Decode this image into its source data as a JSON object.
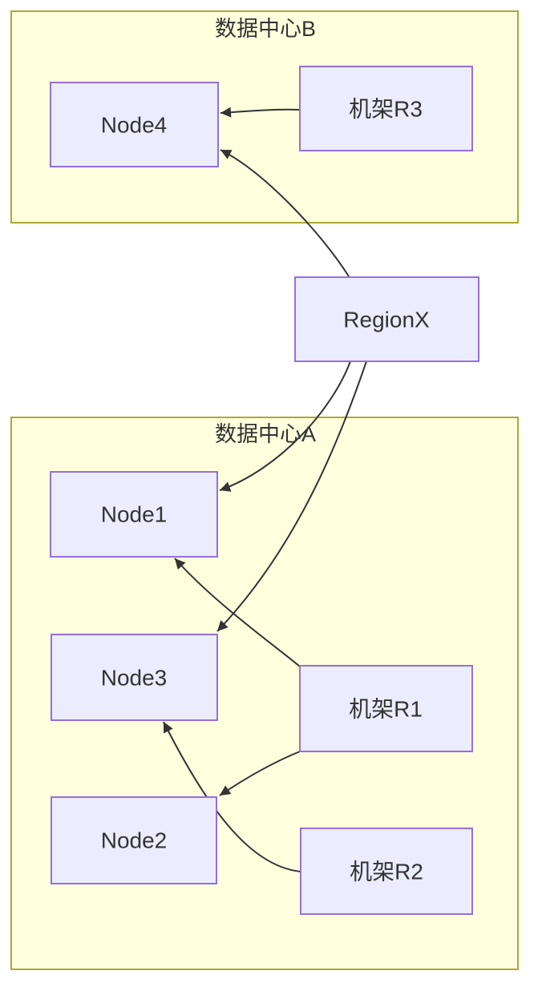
{
  "diagram": {
    "type": "flowchart",
    "direction": "top-bottom",
    "clusters": [
      {
        "id": "datacenter-b",
        "label": "数据中心B"
      },
      {
        "id": "datacenter-a",
        "label": "数据中心A"
      }
    ],
    "nodes": {
      "node4": {
        "label": "Node4",
        "cluster": "数据中心B"
      },
      "rackR3": {
        "label": "机架R3",
        "cluster": "数据中心B"
      },
      "regionX": {
        "label": "RegionX",
        "cluster": null
      },
      "node1": {
        "label": "Node1",
        "cluster": "数据中心A"
      },
      "node3": {
        "label": "Node3",
        "cluster": "数据中心A"
      },
      "node2": {
        "label": "Node2",
        "cluster": "数据中心A"
      },
      "rackR1": {
        "label": "机架R1",
        "cluster": "数据中心A"
      },
      "rackR2": {
        "label": "机架R2",
        "cluster": "数据中心A"
      }
    },
    "edges": [
      {
        "from": "机架R3",
        "to": "Node4"
      },
      {
        "from": "RegionX",
        "to": "Node4"
      },
      {
        "from": "RegionX",
        "to": "Node1"
      },
      {
        "from": "RegionX",
        "to": "Node3"
      },
      {
        "from": "机架R1",
        "to": "Node1"
      },
      {
        "from": "机架R1",
        "to": "Node2"
      },
      {
        "from": "机架R2",
        "to": "Node3"
      }
    ],
    "colors": {
      "cluster_fill": "#ffffde",
      "cluster_border": "#aaaa33",
      "node_fill": "#ececff",
      "node_border": "#9370db",
      "edge": "#333333",
      "text": "#333333"
    }
  }
}
